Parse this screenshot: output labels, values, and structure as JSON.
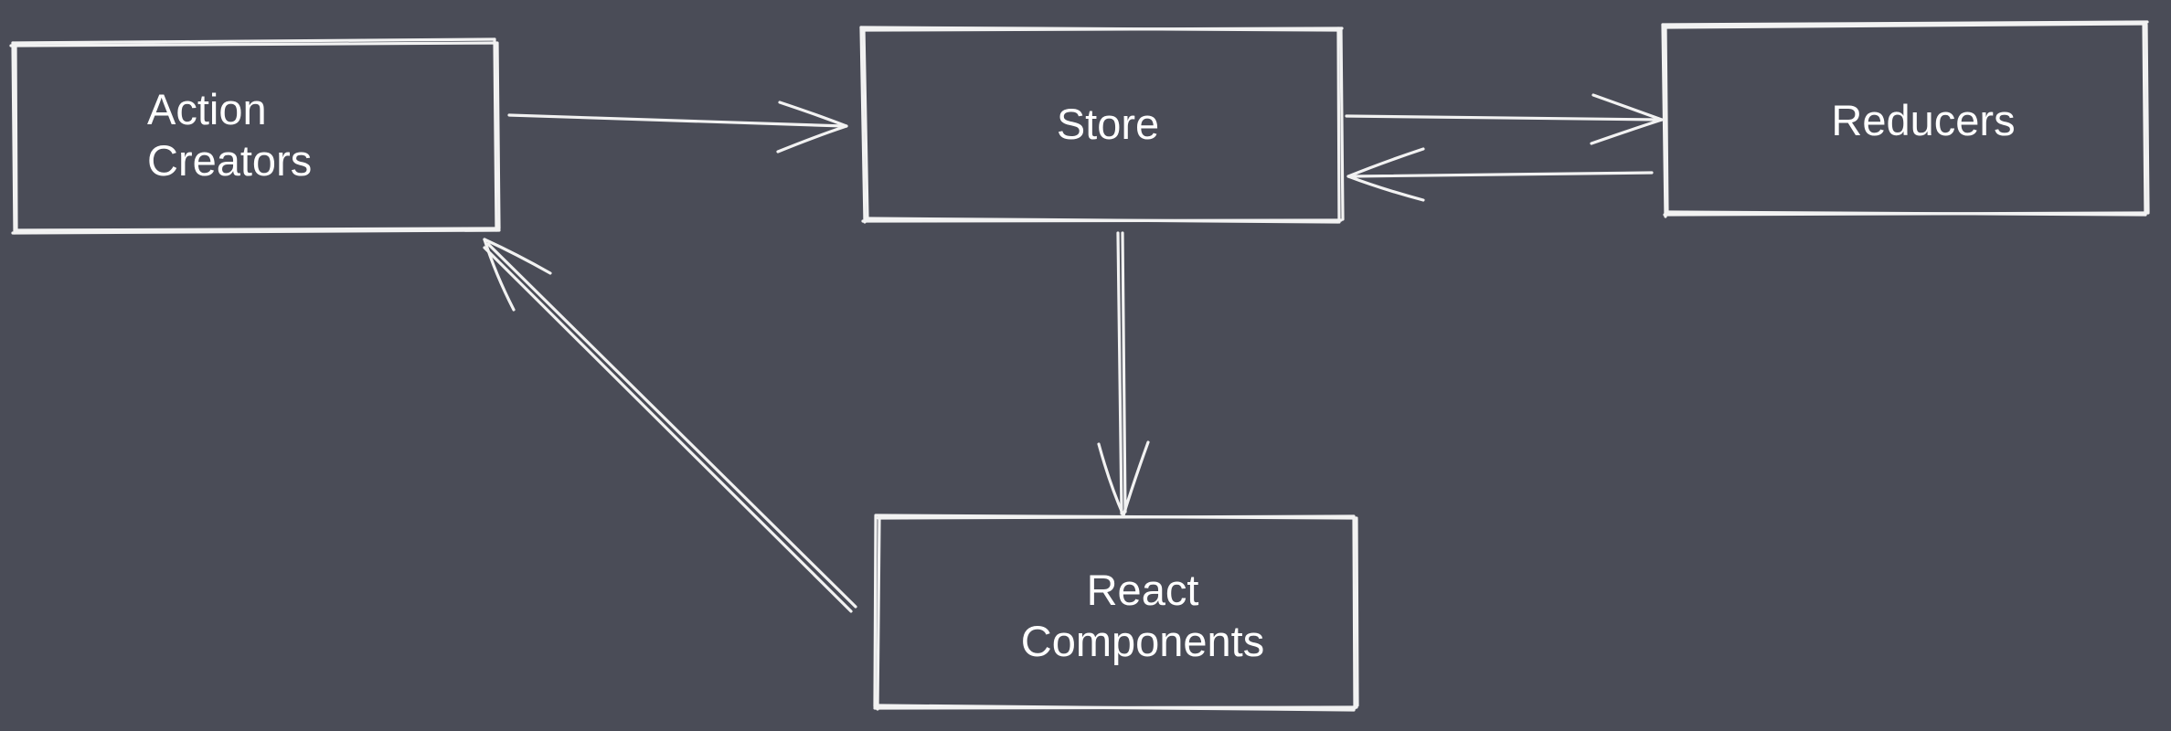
{
  "diagram": {
    "nodes": {
      "action_creators": {
        "label": "Action\nCreators"
      },
      "store": {
        "label": "Store"
      },
      "reducers": {
        "label": "Reducers"
      },
      "react_components": {
        "label": "React\nComponents"
      }
    },
    "edges": [
      {
        "from": "action_creators",
        "to": "store"
      },
      {
        "from": "store",
        "to": "reducers"
      },
      {
        "from": "reducers",
        "to": "store"
      },
      {
        "from": "store",
        "to": "react_components"
      },
      {
        "from": "react_components",
        "to": "action_creators"
      }
    ],
    "colors": {
      "background": "#4a4c57",
      "stroke": "#f2f2f2",
      "text": "#ffffff"
    }
  }
}
